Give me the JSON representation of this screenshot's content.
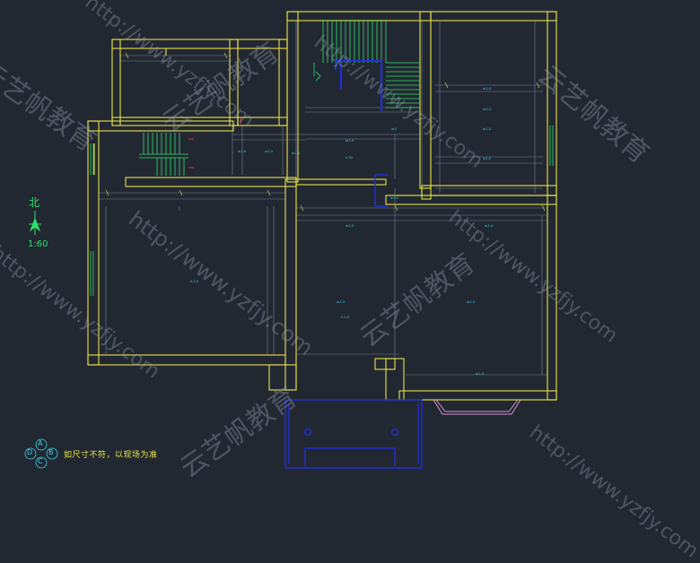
{
  "drawing": {
    "north_label": "北",
    "scale_label": "1:60",
    "note_text": "如尺寸不符，以现场为准",
    "compass_letters": [
      "A",
      "B",
      "C",
      "D"
    ]
  },
  "watermark": {
    "url_text": "http://www.yzfjy.com",
    "brand_text": "云艺帆教育"
  },
  "colors": {
    "background": "#222832",
    "wall": "#e8e24a",
    "dimension": "#8fa0b4",
    "label": "#3fd4e8",
    "stair": "#2fe06a",
    "door": "#1f2ee8",
    "marker_red": "#e83030",
    "bay_window": "#d890d0"
  }
}
